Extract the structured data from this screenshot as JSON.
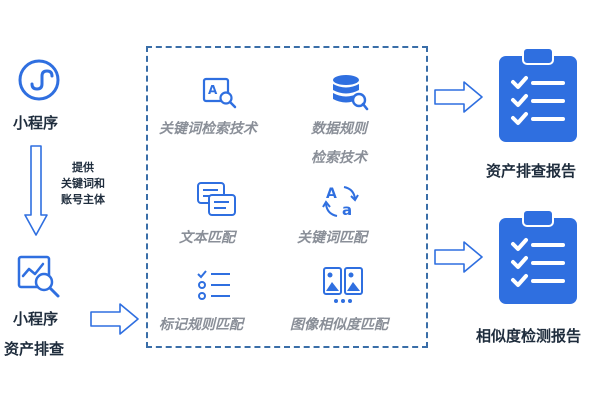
{
  "left": {
    "mini_program_label": "小程序",
    "flow_note": [
      "提供",
      "关键词和",
      "账号主体"
    ],
    "audit_label_line1": "小程序",
    "audit_label_line2": "资产排查"
  },
  "center": {
    "items": [
      {
        "label": "关键词检索技术",
        "icon": "magnifier-doc-icon"
      },
      {
        "label": "数据规则",
        "icon": "database-search-icon"
      },
      {
        "label": "检索技术",
        "icon": ""
      },
      {
        "label": "文本匹配",
        "icon": "text-match-icon"
      },
      {
        "label": "关键词匹配",
        "icon": "keyword-match-icon"
      },
      {
        "label": "标记规则匹配",
        "icon": "checklist-icon"
      },
      {
        "label": "图像相似度匹配",
        "icon": "image-match-icon"
      }
    ]
  },
  "right": {
    "report1": "资产排查报告",
    "report2": "相似度检测报告"
  },
  "colors": {
    "accent": "#2f6fe0",
    "arrow_fill": "#ffffff",
    "arrow_stroke": "#2f6fe0",
    "dashed": "#3a6ea8",
    "gray_text": "#8a8f98",
    "dark_text": "#1f2d3d"
  }
}
